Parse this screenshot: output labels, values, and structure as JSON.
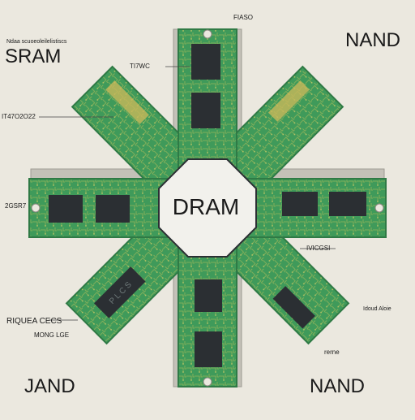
{
  "labels": {
    "top_center": "FIASO",
    "top_left_tiny": "Ndaa scuoeoleilelistiscs",
    "top_left": "SRAM",
    "top_right": "NAND",
    "left_a": "TI7WC",
    "left_b": "IT47O2O22",
    "left_c": "2GSR7",
    "right_a": "IVICGSI",
    "right_b": "Idoud Aloie",
    "bottom_left_a": "RIQUEA CECS",
    "bottom_left_b": "MONG LGE",
    "bottom_right_small": "rerne",
    "bottom_left": "JAND",
    "bottom_right": "NAND",
    "center": "DRAM",
    "diag_chip_text": "P L C S"
  },
  "colors": {
    "background": "#ebe8df",
    "board": "#3f9a5a",
    "board_edge": "#2f7a45",
    "trace": "#d9c85a",
    "chip": "#2b2f33",
    "tray": "#b9b6ad",
    "center_bg": "#f2f1ec"
  }
}
